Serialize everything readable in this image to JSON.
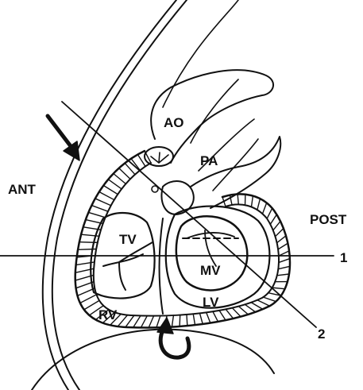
{
  "labels": {
    "ant": "ANT",
    "post": "POST",
    "ao": "AO",
    "pa": "PA",
    "tv": "TV",
    "mv": "MV",
    "lv": "LV",
    "rv": "RV",
    "line1": "1",
    "line2": "2"
  },
  "colors": {
    "ink": "#111111",
    "paper": "#ffffff"
  }
}
